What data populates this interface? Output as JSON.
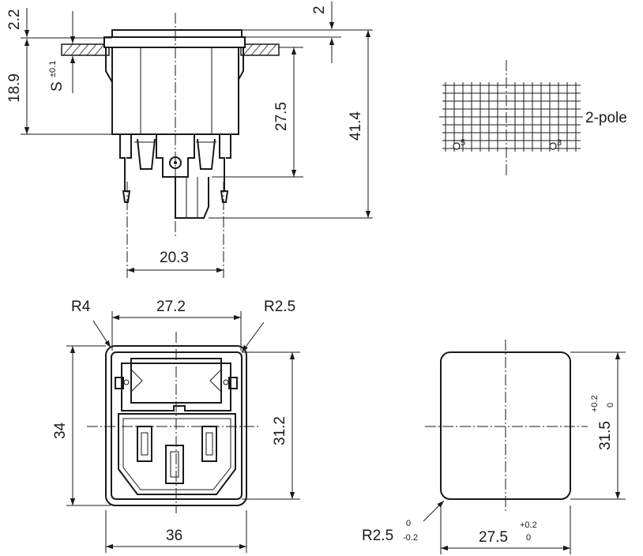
{
  "top_view": {
    "dim_2_2": "2.2",
    "dim_18_9": "18.9",
    "dim_s": "S",
    "dim_s_tol": "±0.1",
    "dim_2": "2",
    "dim_27_5": "27.5",
    "dim_41_4": "41.4",
    "dim_20_3": "20.3"
  },
  "pin_diagram": {
    "label": "2-pole",
    "pin_left": "5",
    "pin_right": "3"
  },
  "front_view": {
    "radius_left": "R4",
    "radius_right": "R2.5",
    "width_top": "27.2",
    "height_left": "34",
    "height_right": "31.2",
    "width_bottom": "36"
  },
  "cutout_view": {
    "height": "31.5",
    "height_tol_upper": "+0.2",
    "height_tol_lower": "0",
    "width": "27.5",
    "width_tol_upper": "+0.2",
    "width_tol_lower": "0",
    "radius": "R2.5",
    "radius_tol_upper": "0",
    "radius_tol_lower": "-0.2"
  }
}
